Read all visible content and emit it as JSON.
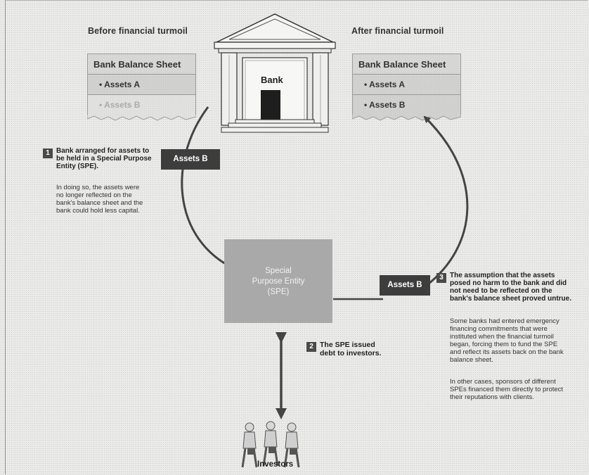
{
  "before_label": "Before financial turmoil",
  "after_label": "After financial turmoil",
  "bank_label": "Bank",
  "sheet_before": {
    "title": "Bank Balance Sheet",
    "item_a": "• Assets A",
    "item_b": "• Assets B"
  },
  "sheet_after": {
    "title": "Bank Balance Sheet",
    "item_a": "• Assets A",
    "item_b": "• Assets B"
  },
  "step1": {
    "number": "1",
    "lines": [
      "Bank arranged for assets to",
      "be held in a Special Purpose",
      "Entity (SPE)."
    ],
    "detail": [
      "In doing so, the assets were",
      "no longer reflected on the",
      "bank's balance sheet and the",
      "bank could hold less capital."
    ]
  },
  "step2": {
    "number": "2",
    "lines": [
      "The SPE issued",
      "debt to investors."
    ]
  },
  "step3": {
    "number": "3",
    "lines": [
      "The assumption that the assets",
      "posed no harm to the bank and did",
      "not need to be reflected on the",
      "bank's balance sheet proved untrue."
    ],
    "detail1": [
      "Some banks had entered emergency",
      "financing commitments that were",
      "instituted when the financial turmoil",
      "began, forcing them to fund the SPE",
      "and reflect its assets back on the bank",
      "balance sheet."
    ],
    "detail2": [
      "In other cases, sponsors of different",
      "SPEs financed them directly to protect",
      "their reputations with clients."
    ]
  },
  "assets_tag_left": "Assets B",
  "assets_tag_right": "Assets B",
  "spe_lines": [
    "Special",
    "Purpose Entity",
    "(SPE)"
  ],
  "investors_label": "Investors",
  "colors": {
    "dark_tag": "#3d3d3d",
    "spe_fill": "#a9a9a9",
    "arrow": "#444444"
  }
}
